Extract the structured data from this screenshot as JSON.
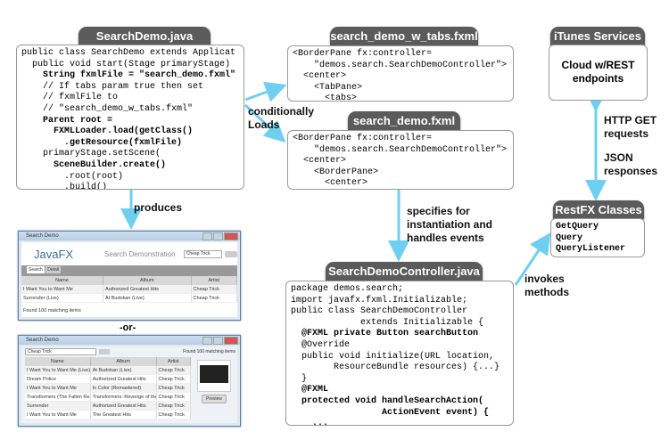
{
  "search_demo_java": {
    "title": "SearchDemo.java",
    "code": [
      {
        "text": "public class SearchDemo extends Applicat",
        "bold": false
      },
      {
        "text": "  public void start(Stage primaryStage)",
        "bold": false
      },
      {
        "text": "    String fxmlFile = \"search_demo.fxml\"",
        "bold": true
      },
      {
        "text": "    // If tabs param true then set",
        "bold": false
      },
      {
        "text": "    // fxmlFile to",
        "bold": false
      },
      {
        "text": "    // \"search_demo_w_tabs.fxml\"",
        "bold": false
      },
      {
        "text": "    Parent root =",
        "bold": true
      },
      {
        "text": "      FXMLLoader.load(getClass()",
        "bold": true
      },
      {
        "text": "        .getResource(fxmlFile)",
        "bold": true
      },
      {
        "text": "    primaryStage.setScene(",
        "bold": false
      },
      {
        "text": "      SceneBuilder.create()",
        "bold": true
      },
      {
        "text": "        .root(root)",
        "bold": false
      },
      {
        "text": "        .build()",
        "bold": false
      }
    ]
  },
  "tabs_fxml": {
    "title": "search_demo_w_tabs.fxml",
    "code": [
      {
        "text": "<BorderPane fx:controller=",
        "bold": false
      },
      {
        "text": "    \"demos.search.SearchDemoController\">",
        "bold": false
      },
      {
        "text": "  <center>",
        "bold": false
      },
      {
        "text": "    <TabPane>",
        "bold": false
      },
      {
        "text": "      <tabs>",
        "bold": false
      }
    ]
  },
  "fxml": {
    "title": "search_demo.fxml",
    "code": [
      {
        "text": "<BorderPane fx:controller=",
        "bold": false
      },
      {
        "text": "    \"demos.search.SearchDemoController\">",
        "bold": false
      },
      {
        "text": "  <center>",
        "bold": false
      },
      {
        "text": "    <BorderPane>",
        "bold": false
      },
      {
        "text": "      <center>",
        "bold": false
      }
    ]
  },
  "itunes": {
    "title": "iTunes Services",
    "body": "Cloud w/REST endpoints"
  },
  "restfx": {
    "title": "RestFX Classes",
    "code": [
      "GetQuery",
      "Query",
      "QueryListener"
    ]
  },
  "controller": {
    "title": "SearchDemoController.java",
    "code": [
      {
        "text": "package demos.search;",
        "bold": false
      },
      {
        "text": "import javafx.fxml.Initializable;",
        "bold": false
      },
      {
        "text": "public class SearchDemoController",
        "bold": false
      },
      {
        "text": "             extends Initializable {",
        "bold": false
      },
      {
        "text": "  @FXML private Button searchButton",
        "bold": true
      },
      {
        "text": "  @Override",
        "bold": false
      },
      {
        "text": "  public void initialize(URL location,",
        "bold": false
      },
      {
        "text": "        ResourceBundle resources) {...}",
        "bold": false
      },
      {
        "text": "  }",
        "bold": false
      },
      {
        "text": "  @FXML",
        "bold": true
      },
      {
        "text": "  protected void handleSearchAction(",
        "bold": true
      },
      {
        "text": "                 ActionEvent event) {",
        "bold": true
      },
      {
        "text": "    ...",
        "bold": true
      }
    ]
  },
  "labels": {
    "conditionally": "conditionally\nLoads",
    "produces": "produces",
    "specifies": "specifies for\ninstantiation and\nhandles events",
    "http_get": "HTTP GET\nrequests",
    "json": "JSON\nresponses",
    "invokes": "invokes\nmethods",
    "or": "-or-"
  },
  "screenshot1": {
    "window_title": "Search Demo",
    "logo": "JavaFX",
    "heading": "Search Demonstration",
    "search_value": "Cheap Trick",
    "tabs": [
      "Search",
      "Detail"
    ],
    "columns": [
      "Name",
      "Album",
      "Artist"
    ],
    "rows": [
      [
        "I Want You to Want Me",
        "Authorized Greatest Hits",
        "Cheap Trick"
      ],
      [
        "Surrender (Live)",
        "At Budokan (Live)",
        "Cheap Trick"
      ]
    ],
    "status": "Found 100 matching items"
  },
  "screenshot2": {
    "window_title": "Search Demo",
    "search_value": "Cheap Trick",
    "status": "Found 100 matching items",
    "columns": [
      "Name",
      "Album",
      "Artist"
    ],
    "rows": [
      [
        "I Want You to Want Me (Live)",
        "At Budokan (Live)",
        "Cheap Trick"
      ],
      [
        "Dream Police",
        "Authorized Greatest Hits",
        "Cheap Trick"
      ],
      [
        "I Want You to Want Me",
        "In Color (Remastered)",
        "Cheap Trick"
      ],
      [
        "Transformers (The Fallen Re...",
        "Transformers: Revenge of the...",
        "Cheap Trick"
      ],
      [
        "Surrender",
        "Authorized Greatest Hits",
        "Cheap Trick"
      ],
      [
        "I Want You to Want Me",
        "The Greatest Hits",
        "Cheap Trick"
      ]
    ],
    "preview_label": "Preview"
  },
  "colors": {
    "arrow": "#6fcff0",
    "pill": "#5b5b5b"
  }
}
